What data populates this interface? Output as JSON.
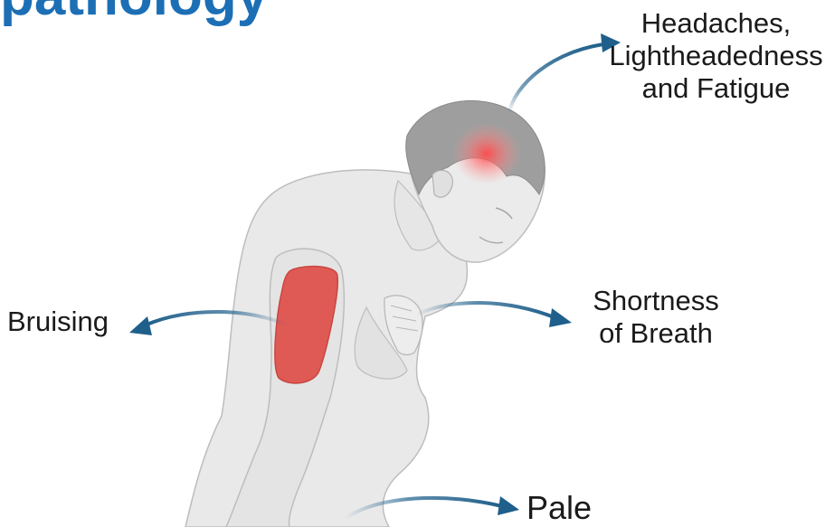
{
  "title_fragment": "pathology",
  "labels": {
    "headaches": [
      "Headaches,",
      "Lightheadedness",
      "and Fatigue"
    ],
    "breath": [
      "Shortness",
      "of Breath"
    ],
    "bruising": "Bruising",
    "pale": "Pale"
  },
  "colors": {
    "title": "#1c6fb5",
    "arrow": "#1f5f8b",
    "skin": "#e9e9e9",
    "hair": "#9e9e9e",
    "bruise": "#e05a55",
    "headache_glow": "#ff5a5a",
    "label_text": "#1a1a1a"
  }
}
